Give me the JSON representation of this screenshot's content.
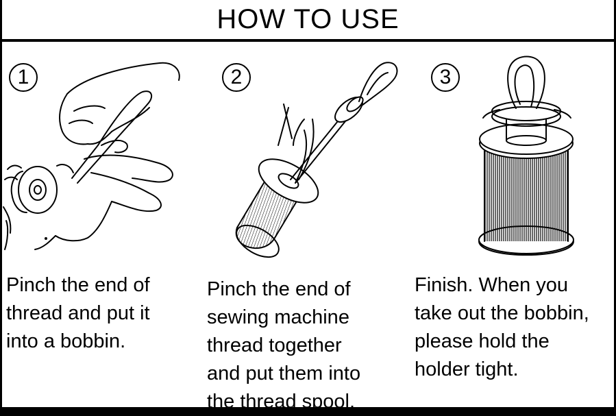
{
  "title": "HOW TO USE",
  "steps": [
    {
      "number": "1",
      "illustration_icon": "hand-threading-bobbin-icon",
      "caption_lines": [
        "Pinch the end of",
        "thread and put it",
        "into a bobbin."
      ]
    },
    {
      "number": "2",
      "illustration_icon": "threader-in-spool-icon",
      "caption_lines": [
        "Pinch the end of",
        "sewing machine",
        "thread together",
        "and put them into",
        "the thread spool."
      ]
    },
    {
      "number": "3",
      "illustration_icon": "finished-spool-holder-icon",
      "caption_lines": [
        "Finish. When you",
        "take out the bobbin,",
        "please hold the",
        "holder tight."
      ]
    }
  ]
}
